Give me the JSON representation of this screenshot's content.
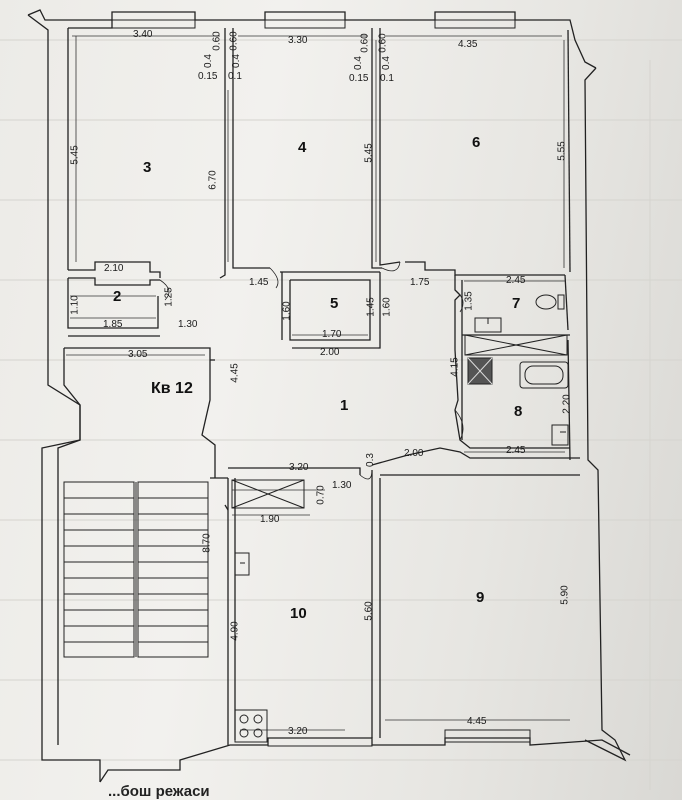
{
  "apartment_label": "Кв 12",
  "caption": "...бош режаси",
  "rooms": [
    "1",
    "2",
    "3",
    "4",
    "5",
    "6",
    "7",
    "8",
    "9",
    "10"
  ],
  "dimensions": {
    "d_3_40": "3.40",
    "d_3_30_top": "3.30",
    "d_4_35": "4.35",
    "d_0_60_a": "0.60",
    "d_0_4_a": "0.4",
    "d_0_15_a": "0.15",
    "d_0_60_b": "0.60",
    "d_0_4_b": "0.4",
    "d_0_1_a": "0.1",
    "d_0_60_c": "0.60",
    "d_0_4_c": "0.4",
    "d_0_15_b": "0.15",
    "d_0_60_d": "0.60",
    "d_0_4_d": "0.4",
    "d_0_1_b": "0.1",
    "d_5_45_a": "5.45",
    "d_6_70": "6.70",
    "d_5_45_b": "5.45",
    "d_5_55": "5.55",
    "d_2_10": "2.10",
    "d_1_10": "1.10",
    "d_1_25": "1.25",
    "d_1_85": "1.85",
    "d_1_30_a": "1.30",
    "d_1_45_a": "1.45",
    "d_1_60_a": "1.60",
    "d_1_45_b": "1.45",
    "d_1_60_b": "1.60",
    "d_1_70": "1.70",
    "d_2_00_a": "2.00",
    "d_1_75": "1.75",
    "d_2_45_a": "2.45",
    "d_1_35": "1.35",
    "d_3_05": "3.05",
    "d_4_45_v": "4.45",
    "d_4_15": "4.15",
    "d_2_20": "2.20",
    "d_2_00_b": "2.00",
    "d_2_45_b": "2.45",
    "d_0_3": "0.3",
    "d_3_20_a": "3.20",
    "d_0_70": "0.70",
    "d_1_30_b": "1.30",
    "d_1_90": "1.90",
    "d_8_70": "8.70",
    "d_4_90": "4.90",
    "d_5_60": "5.60",
    "d_5_90": "5.90",
    "d_3_20_b": "3.20",
    "d_4_45_h": "4.45"
  }
}
